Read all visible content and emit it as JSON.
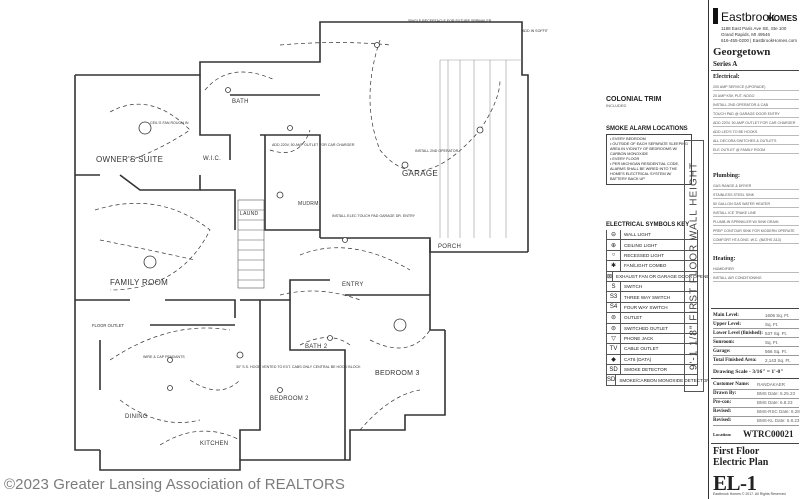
{
  "titleblock": {
    "brand": "Eastbrook",
    "brand_accent": "HOMES",
    "address_lines": [
      "1188 East Paris Ave SE, Ste 100",
      "Grand Rapids, MI 49546",
      "616-455-0200 | EastbrookHomes.com"
    ],
    "model": "Georgetown",
    "series": "Series A",
    "sections": {
      "electrical": {
        "heading": "Electrical:",
        "items": [
          "200 AMP SERVICE (UPGRADE)",
          "20 AMP KSK PUT. NOGO",
          "INSTALL 2ND OPERATOR & CAB",
          "TOUCH PAD @ GARAGE DOOR ENTRY",
          "ADD 220V, 50 AMP OUTLET FOR CAR CHARGER",
          "ADD LED'S TO BE HOOKS",
          "ALL DECORA SWITCHES & OUTLETS",
          "ELE OUTLET @ FAMILY ROOM"
        ]
      },
      "plumbing": {
        "heading": "Plumbing:",
        "items": [
          "GAS RANGE & DRYER",
          "STAINLESS STEEL SINK",
          "50 GALLON GAS WATER HEATER",
          "INSTALL ICE TRAKE LINE",
          "PLUMB-IN SPRINKLER W/ SINK DRAIN",
          "PREP CONTOUR SINK FOR MODERN OPERATE",
          "COMFORT HT./LONG. W.C. (BATHS 2&3)"
        ]
      },
      "heating": {
        "heading": "Heating:",
        "items": [
          "HUMIDIFIER",
          "INSTALL AIR CONDITIONING"
        ]
      }
    },
    "stats": [
      {
        "label": "Main Level:",
        "value": "1606 Sq. Ft."
      },
      {
        "label": "Upper Level:",
        "value": "Sq. Ft."
      },
      {
        "label": "Lower Level (finished):",
        "value": "537 Sq. Ft."
      },
      {
        "label": "Sunroom:",
        "value": "Sq. Ft."
      },
      {
        "label": "Garage:",
        "value": "566 Sq. Ft."
      },
      {
        "label": "Total Finished Area:",
        "value": "2,143 Sq. Ft."
      }
    ],
    "drawing_scale": "Drawing Scale - 3/16\" = 1'-0\"",
    "meta": [
      {
        "label": "Customer Name:",
        "value": "RANDAKAER"
      },
      {
        "label": "Drawn By:",
        "value": "BMS    Date: 5.25.23"
      },
      {
        "label": "Pre-con:",
        "value": "BMS    Date: 6.8.23"
      },
      {
        "label": "Revised:",
        "value": "BMS-RSC   Date: 6.28.23"
      },
      {
        "label": "Revised:",
        "value": "BMS-KL    Date: 6.8.23"
      }
    ],
    "location_label": "Location:",
    "location_code": "WTRC00021",
    "sheet_title_1": "First Floor",
    "sheet_title_2": "Electric Plan",
    "sheet_no": "EL-1",
    "copyright": "Eastbrook Homes © 2017. All Rights Reserved"
  },
  "wall_height": "9'-1 1/8\" FIRST FLOOR WALL HEIGHT",
  "trim": {
    "title": "COLONIAL TRIM",
    "sub": "INCLUDED"
  },
  "smoke": {
    "heading": "SMOKE ALARM LOCATIONS",
    "items": [
      "• EVERY BEDROOM",
      "• OUTSIDE OF EACH SEPARATE SLEEPING AREA IN VICINITY OF BEDROOMS W/ CARBON MONOXIDE",
      "• EVERY FLOOR",
      "• PER MICHIGAN RESIDENTIAL CODE, ALARMS SHALL BE WIRED INTO THE HOME'S ELECTRICAL SYSTEM W/ BATTERY BACK UP"
    ]
  },
  "legend": {
    "heading": "ELECTRICAL SYMBOLS KEY",
    "rows": [
      {
        "sym": "⊖",
        "label": "WALL LIGHT"
      },
      {
        "sym": "⊕",
        "label": "CEILING LIGHT"
      },
      {
        "sym": "○",
        "label": "RECESSED LIGHT"
      },
      {
        "sym": "✱",
        "label": "FAN/LIGHT COMBO"
      },
      {
        "sym": "⊠",
        "label": "EXHAUST FAN OR GARAGE DOOR OPENER MOTOR"
      },
      {
        "sym": "S",
        "label": "SWITCH"
      },
      {
        "sym": "S3",
        "label": "THREE WAY SWITCH"
      },
      {
        "sym": "S4",
        "label": "FOUR WAY SWITCH"
      },
      {
        "sym": "⊜",
        "label": "OUTLET"
      },
      {
        "sym": "⊜",
        "label": "SWITCHED OUTLET"
      },
      {
        "sym": "▽",
        "label": "PHONE JACK"
      },
      {
        "sym": "TV",
        "label": "CABLE OUTLET"
      },
      {
        "sym": "◆",
        "label": "CAT6 (DATA)"
      },
      {
        "sym": "SD",
        "label": "SMOKE DETECTOR"
      },
      {
        "sym": "SD",
        "label": "SMOKE/CARBON MONOXIDE DETECTOR"
      }
    ]
  },
  "rooms": {
    "suite": "OWNER'S SUITE",
    "wic": "W.I.C.",
    "bath": "BATH",
    "garage": "GARAGE",
    "family": "FAMILY ROOM",
    "entry": "ENTRY",
    "porch": "PORCH",
    "bath2": "BATH 2",
    "bed2": "BEDROOM 2",
    "bed3": "BEDROOM 3",
    "dining": "DINING",
    "kitchen": "KITCHEN",
    "laund": "LAUND",
    "mudrm": "MUDRM"
  },
  "notes": {
    "n1": "SINGLE RECEPTACLE FOR FUTURE SPRINKLER",
    "n2": "INSTALL 2ND OPERATOR",
    "n3": "ADD 220V, 50 AMP OUTLET FOR CAR CHARGER",
    "n4": "INSTALL ELEC TOUCH PAD GARAGE DR. ENTRY",
    "n5": "ADD IN SOFFIT",
    "n6": "FLOOR OUTLET",
    "n7": "CEIL'G FAN ROUGH IN",
    "n8": "WIRE & CAP PENDANTS",
    "n9": "30\" S.S. HOOD VENTED TO EXT. CABS ONLY CENTRAL BE HOOD BLOCK"
  },
  "watermark": "©2023 Greater Lansing Association of REALTORS"
}
